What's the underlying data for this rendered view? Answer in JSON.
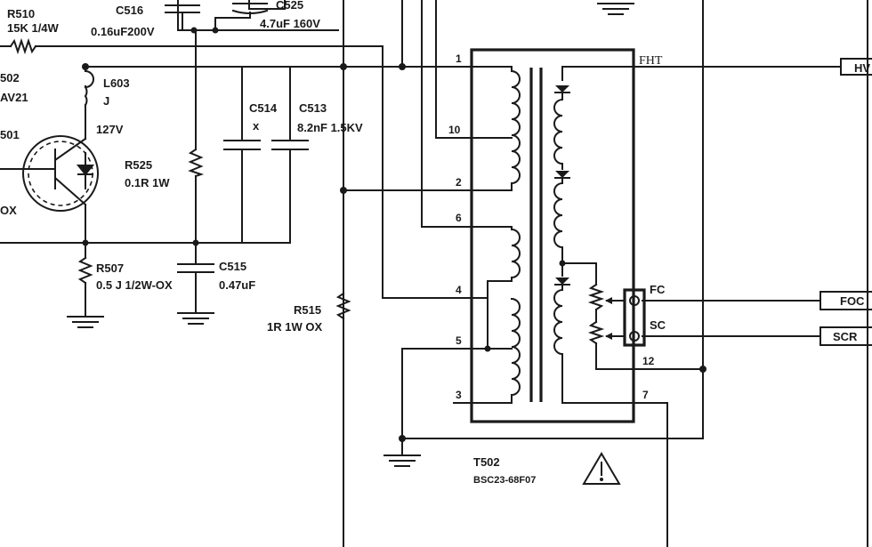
{
  "labels": {
    "r510_ref": "R510",
    "r510_val": "15K 1/4W",
    "c516_ref": "C516",
    "c516_val": "0.16uF200V",
    "c525_ref": "C525",
    "c525_val": "4.7uF 160V",
    "q502_ref_partial": "502",
    "q502_type_partial": "AV21",
    "q501_ref_partial": "501",
    "q501_suffix_partial": "OX",
    "l603_ref": "L603",
    "l603_val": "J",
    "v127": "127V",
    "r525_ref": "R525",
    "r525_val": "0.1R 1W",
    "c514_ref": "C514",
    "c514_val": "x",
    "c513_ref": "C513",
    "c513_val": "8.2nF 1.5KV",
    "r507_ref": "R507",
    "r507_val": "0.5 J 1/2W-OX",
    "c515_ref": "C515",
    "c515_val": "0.47uF",
    "r515_ref": "R515",
    "r515_val": "1R 1W OX",
    "fht": "FHT",
    "fc": "FC",
    "sc": "SC",
    "t502_ref": "T502",
    "t502_part": "BSC23-68F07",
    "hv_partial": "HV",
    "focus_partial": "FOC",
    "screen_partial": "SCR"
  },
  "pins": {
    "p1": "1",
    "p10": "10",
    "p2": "2",
    "p6": "6",
    "p4": "4",
    "p5": "5",
    "p3": "3",
    "p12": "12",
    "p7": "7"
  }
}
